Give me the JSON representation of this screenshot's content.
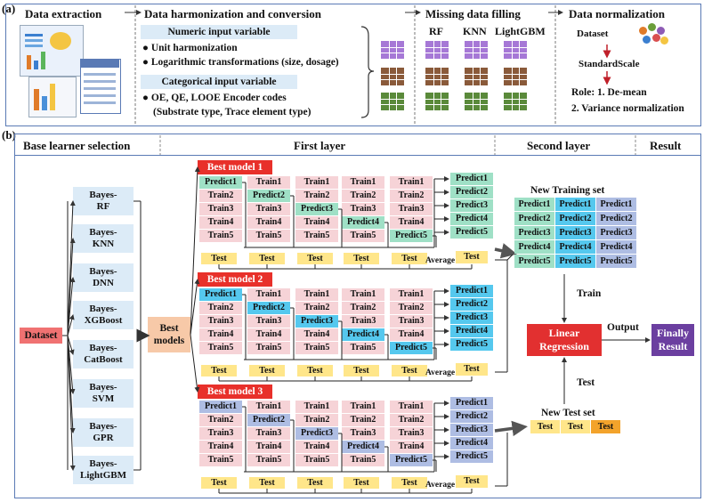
{
  "panel_a": {
    "label": "(a)",
    "steps": {
      "extraction": "Data extraction",
      "harmonization": "Data harmonization and conversion",
      "filling": "Missing data filling",
      "normalization": "Data normalization"
    },
    "numeric_title": "Numeric input variable",
    "numeric_items": [
      "Unit harmonization",
      "Logarithmic transformations (size, dosage)"
    ],
    "categorical_title": "Categorical input variable",
    "categorical_items": [
      "OE, QE, LOOE Encoder codes",
      "(Substrate type, Trace element type)"
    ],
    "fill_methods": [
      "RF",
      "KNN",
      "LightGBM"
    ],
    "norm_dataset": "Dataset",
    "norm_scaler": "StandardScale",
    "norm_role1": "Role: 1. De-mean",
    "norm_role2": "2. Variance normalization"
  },
  "panel_b": {
    "label": "(b)",
    "sections": [
      "Base learner selection",
      "First layer",
      "Second layer",
      "Result"
    ],
    "dataset": "Dataset",
    "base_learners": [
      "Bayes-RF",
      "Bayes-KNN",
      "Bayes-DNN",
      "Bayes-XGBoost",
      "Bayes-CatBoost",
      "Bayes-SVM",
      "Bayes-GPR",
      "Bayes-LightGBM"
    ],
    "best_models": "Best models",
    "model_titles": [
      "Best model 1",
      "Best model 2",
      "Best model 3"
    ],
    "predict": [
      "Predict1",
      "Predict2",
      "Predict3",
      "Predict4",
      "Predict5"
    ],
    "train": [
      "Train1",
      "Train2",
      "Train3",
      "Train4",
      "Train5"
    ],
    "test": "Test",
    "average": "Average",
    "new_training_set": "New Training set",
    "new_test_set": "New Test set",
    "train_label": "Train",
    "test_label": "Test",
    "output_label": "Output",
    "linear_regression": "Linear Regression",
    "final_result": "Finally Result"
  },
  "colors": {
    "frame": "#5a7ab5",
    "model_title": "#e8302a",
    "train": "#f6d3d7",
    "model1": "#9fe0c6",
    "model2": "#55c8ee",
    "model3": "#aebde3",
    "test": "#ffe68a",
    "linear_regression": "#e23030",
    "final_result": "#6b3fa0",
    "best_models": "#f7c9a8",
    "dataset": "#f07272"
  }
}
